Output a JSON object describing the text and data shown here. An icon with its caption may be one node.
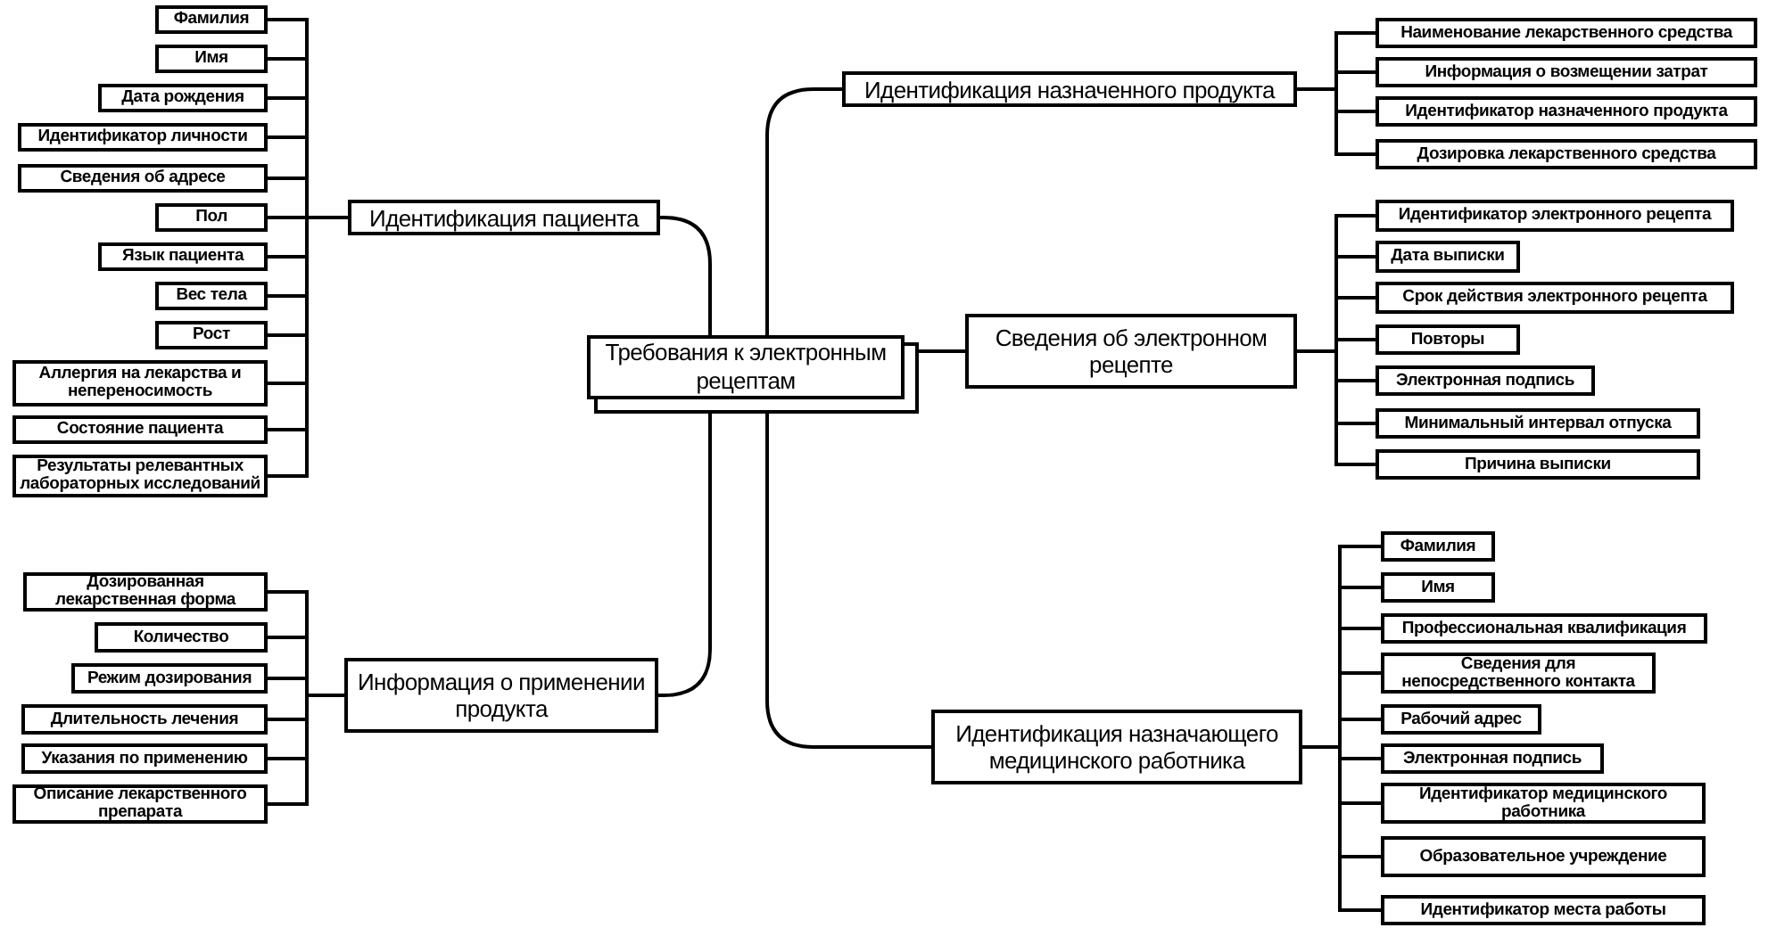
{
  "diagram": {
    "nodes": [
      {
        "text": [
          "Требования к электронным рецептам"
        ]
      },
      {
        "text": [
          "Идентификация пациента"
        ]
      },
      {
        "text": [
          "Фамилия"
        ]
      },
      {
        "text": [
          "Имя"
        ]
      },
      {
        "text": [
          "Дата рождения"
        ]
      },
      {
        "text": [
          "Идентификатор личности"
        ]
      },
      {
        "text": [
          "Сведения об адресе"
        ]
      },
      {
        "text": [
          "Пол"
        ]
      },
      {
        "text": [
          "Язык пациента"
        ]
      },
      {
        "text": [
          "Вес тела"
        ]
      },
      {
        "text": [
          "Рост"
        ]
      },
      {
        "text": [
          "Аллергия на лекарства и непереносимость"
        ]
      },
      {
        "text": [
          "Состояние пациента"
        ]
      },
      {
        "text": [
          "Результаты релевантных лабораторных исследований"
        ]
      },
      {
        "text": [
          "Информация о применении продукта"
        ]
      },
      {
        "text": [
          "Дозированная лекарственная форма"
        ]
      },
      {
        "text": [
          "Количество"
        ]
      },
      {
        "text": [
          "Режим дозирования"
        ]
      },
      {
        "text": [
          "Длительность лечения"
        ]
      },
      {
        "text": [
          "Указания по применению"
        ]
      },
      {
        "text": [
          "Описание лекарственного препарата"
        ]
      },
      {
        "text": [
          "Идентификация назначенного продукта"
        ]
      },
      {
        "text": [
          "Наименование лекарственного средства"
        ]
      },
      {
        "text": [
          "Информация о возмещении затрат"
        ]
      },
      {
        "text": [
          "Идентификатор назначенного продукта"
        ]
      },
      {
        "text": [
          "Дозировка лекарственного средства"
        ]
      },
      {
        "text": [
          "Сведения об электронном рецепте"
        ]
      },
      {
        "text": [
          "Идентификатор электронного рецепта"
        ]
      },
      {
        "text": [
          "Дата выписки"
        ]
      },
      {
        "text": [
          "Срок действия электронного рецепта"
        ]
      },
      {
        "text": [
          "Повторы"
        ]
      },
      {
        "text": [
          "Электронная подпись"
        ]
      },
      {
        "text": [
          "Минимальный интервал отпуска"
        ]
      },
      {
        "text": [
          "Причина выписки"
        ]
      },
      {
        "text": [
          "Идентификация назначающего медицинского работника"
        ]
      },
      {
        "text": [
          "Фамилия"
        ]
      },
      {
        "text": [
          "Имя"
        ]
      },
      {
        "text": [
          "Профессиональная квалификация"
        ]
      },
      {
        "text": [
          "Сведения для непосредственного контакта"
        ]
      },
      {
        "text": [
          "Рабочий адрес"
        ]
      },
      {
        "text": [
          "Электронная подпись"
        ]
      },
      {
        "text": [
          "Идентификатор медицинского работника"
        ]
      },
      {
        "text": [
          "Образовательное учреждение"
        ]
      },
      {
        "text": [
          "Идентификатор места работы"
        ]
      }
    ],
    "edges": [
      {
        "from": 0,
        "to": 1,
        "arrow": "none"
      },
      {
        "from": 1,
        "to": 2,
        "arrow": "none"
      },
      {
        "from": 1,
        "to": 3,
        "arrow": "none"
      },
      {
        "from": 1,
        "to": 4,
        "arrow": "none"
      },
      {
        "from": 1,
        "to": 5,
        "arrow": "none"
      },
      {
        "from": 1,
        "to": 6,
        "arrow": "none"
      },
      {
        "from": 1,
        "to": 7,
        "arrow": "none"
      },
      {
        "from": 1,
        "to": 8,
        "arrow": "none"
      },
      {
        "from": 1,
        "to": 9,
        "arrow": "none"
      },
      {
        "from": 1,
        "to": 10,
        "arrow": "none"
      },
      {
        "from": 1,
        "to": 11,
        "arrow": "none"
      },
      {
        "from": 1,
        "to": 12,
        "arrow": "none"
      },
      {
        "from": 1,
        "to": 13,
        "arrow": "none"
      },
      {
        "from": 0,
        "to": 14,
        "arrow": "none"
      },
      {
        "from": 14,
        "to": 15,
        "arrow": "none"
      },
      {
        "from": 14,
        "to": 16,
        "arrow": "none"
      },
      {
        "from": 14,
        "to": 17,
        "arrow": "none"
      },
      {
        "from": 14,
        "to": 18,
        "arrow": "none"
      },
      {
        "from": 14,
        "to": 19,
        "arrow": "none"
      },
      {
        "from": 14,
        "to": 20,
        "arrow": "none"
      },
      {
        "from": 0,
        "to": 21,
        "arrow": "none"
      },
      {
        "from": 21,
        "to": 22,
        "arrow": "none"
      },
      {
        "from": 21,
        "to": 23,
        "arrow": "none"
      },
      {
        "from": 21,
        "to": 24,
        "arrow": "none"
      },
      {
        "from": 21,
        "to": 25,
        "arrow": "none"
      },
      {
        "from": 0,
        "to": 26,
        "arrow": "none"
      },
      {
        "from": 26,
        "to": 27,
        "arrow": "none"
      },
      {
        "from": 26,
        "to": 28,
        "arrow": "none"
      },
      {
        "from": 26,
        "to": 29,
        "arrow": "none"
      },
      {
        "from": 26,
        "to": 30,
        "arrow": "none"
      },
      {
        "from": 26,
        "to": 31,
        "arrow": "none"
      },
      {
        "from": 26,
        "to": 32,
        "arrow": "none"
      },
      {
        "from": 26,
        "to": 33,
        "arrow": "none"
      },
      {
        "from": 0,
        "to": 34,
        "arrow": "none"
      },
      {
        "from": 34,
        "to": 35,
        "arrow": "none"
      },
      {
        "from": 34,
        "to": 36,
        "arrow": "none"
      },
      {
        "from": 34,
        "to": 37,
        "arrow": "none"
      },
      {
        "from": 34,
        "to": 38,
        "arrow": "none"
      },
      {
        "from": 34,
        "to": 39,
        "arrow": "none"
      },
      {
        "from": 34,
        "to": 40,
        "arrow": "none"
      },
      {
        "from": 34,
        "to": 41,
        "arrow": "none"
      },
      {
        "from": 34,
        "to": 42,
        "arrow": "none"
      },
      {
        "from": 34,
        "to": 43,
        "arrow": "none"
      }
    ]
  }
}
